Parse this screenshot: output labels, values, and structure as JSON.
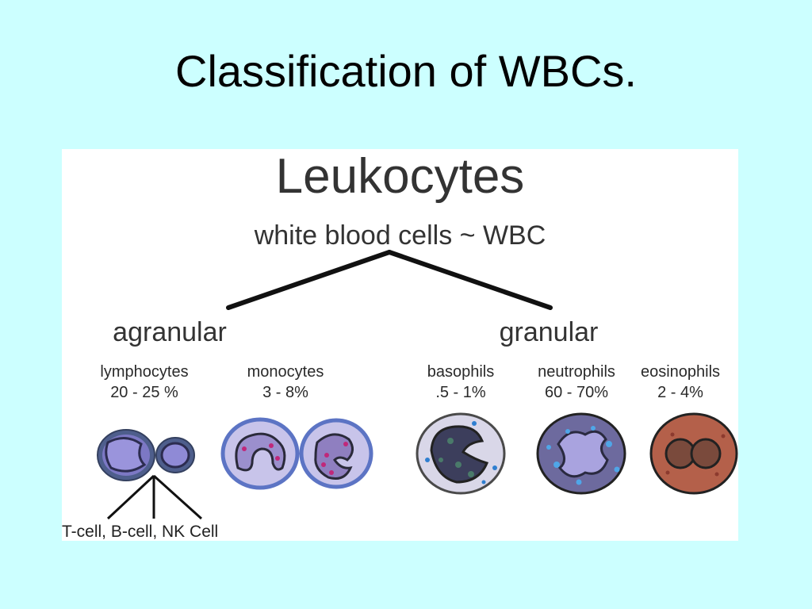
{
  "slide": {
    "title": "Classification of WBCs."
  },
  "diagram": {
    "heading": "Leukocytes",
    "subheading": "white blood cells ~ WBC",
    "branches": [
      {
        "label": "agranular"
      },
      {
        "label": "granular"
      }
    ],
    "cells": [
      {
        "name": "lymphocytes",
        "percent": "20 - 25 %"
      },
      {
        "name": "monocytes",
        "percent": "3 - 8%"
      },
      {
        "name": "basophils",
        "percent": ".5 - 1%"
      },
      {
        "name": "neutrophils",
        "percent": "60 - 70%"
      },
      {
        "name": "eosinophils",
        "percent": "2 - 4%"
      }
    ],
    "lymphocyte_types": "T-cell, B-cell, NK Cell"
  }
}
